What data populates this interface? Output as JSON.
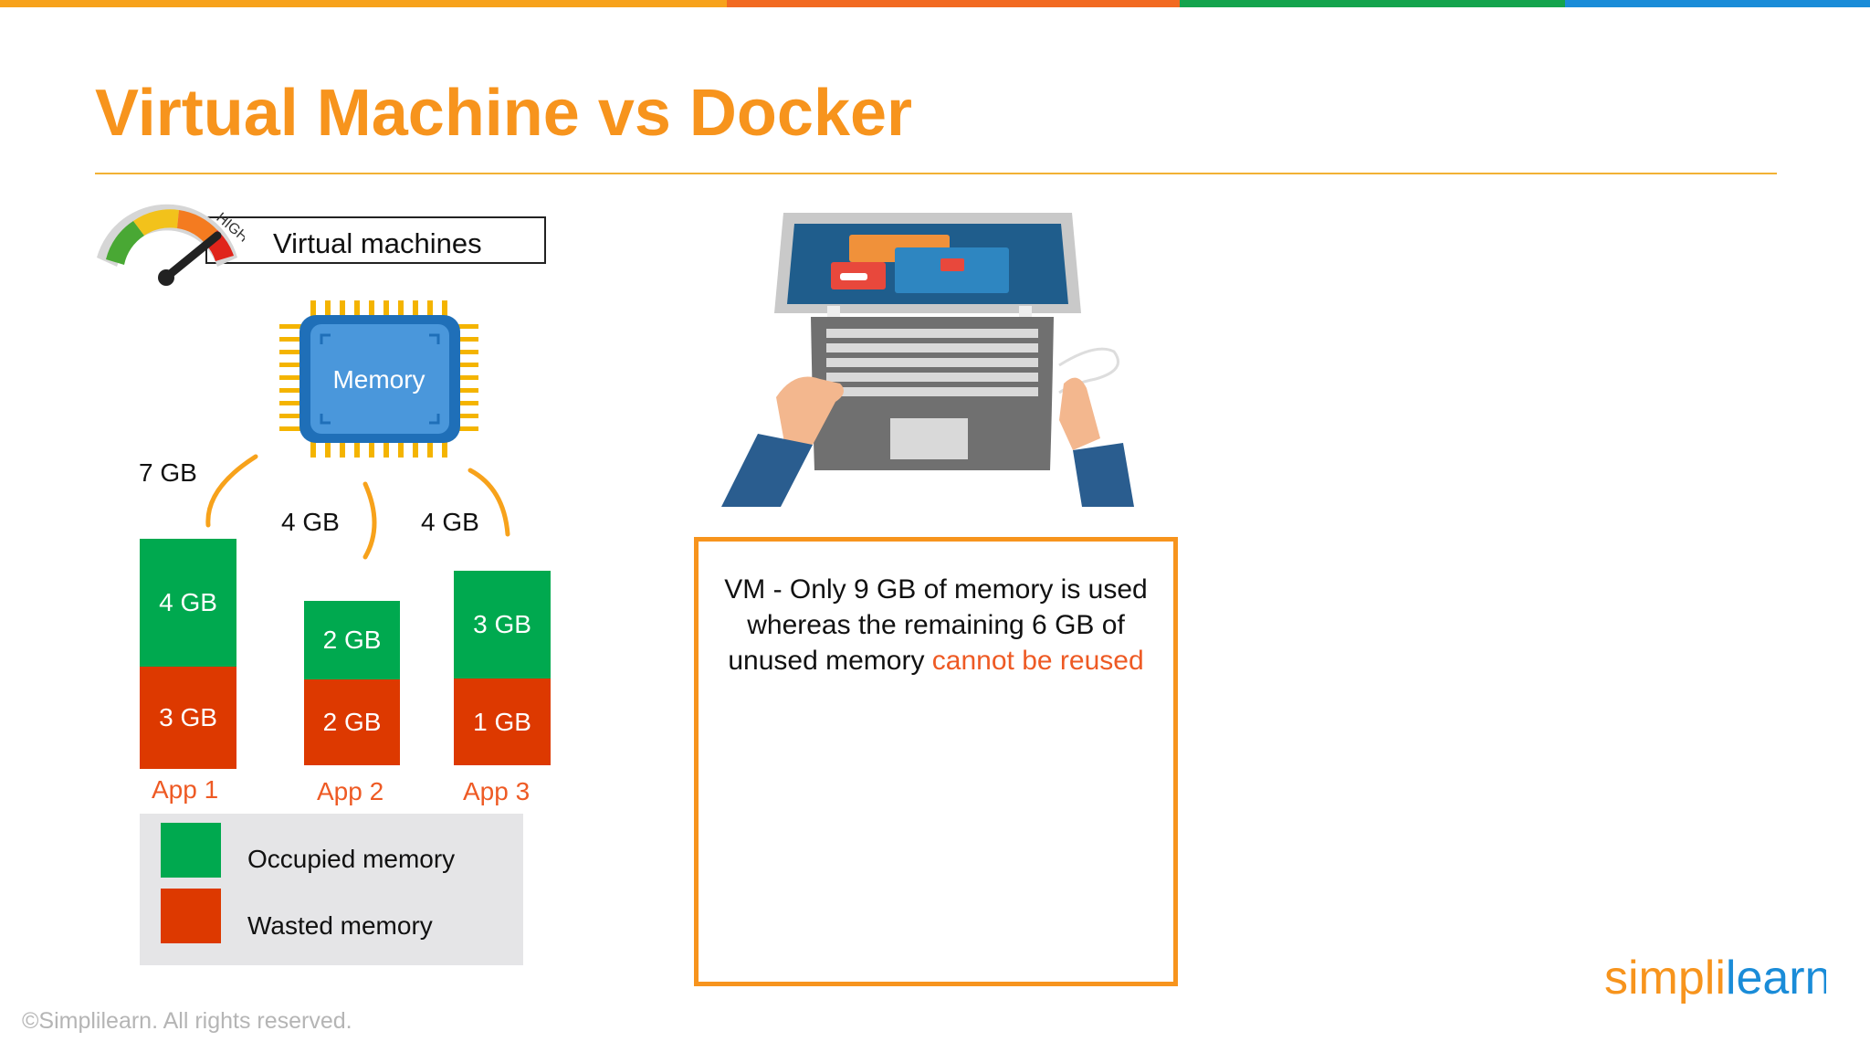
{
  "slide": {
    "title": "Virtual Machine vs Docker",
    "colors": {
      "title": "#F7941D",
      "bar_yellow": "#F7A21B",
      "bar_orange": "#F26A21",
      "bar_green": "#14A44D",
      "bar_blue": "#1A8CD8",
      "occupied": "#00A94F",
      "wasted": "#DD3900",
      "accent_text": "#EE5A24"
    }
  },
  "gauge": {
    "icon": "speedometer-icon",
    "label": "HIGH"
  },
  "vm_label": "Virtual machines",
  "memory_chip": {
    "icon": "memory-chip-icon",
    "label": "Memory"
  },
  "allocations": {
    "app1": "7 GB",
    "app2": "4 GB",
    "app3": "4 GB"
  },
  "apps": [
    {
      "name": "App 1",
      "occupied": 4,
      "wasted": 3,
      "occupied_label": "4 GB",
      "wasted_label": "3 GB"
    },
    {
      "name": "App 2",
      "occupied": 2,
      "wasted": 2,
      "occupied_label": "2 GB",
      "wasted_label": "2 GB"
    },
    {
      "name": "App 3",
      "occupied": 3,
      "wasted": 1,
      "occupied_label": "3 GB",
      "wasted_label": "1 GB"
    }
  ],
  "legend": {
    "occupied": "Occupied memory",
    "wasted": "Wasted memory"
  },
  "illustration": {
    "icon": "laptop-typing-icon"
  },
  "info": {
    "text_main": "VM - Only 9 GB of memory is used whereas the remaining 6 GB of unused memory",
    "text_accent": "cannot be reused"
  },
  "footer": {
    "copyright": "©Simplilearn. All rights reserved.",
    "logo_text": "simplilearn"
  }
}
